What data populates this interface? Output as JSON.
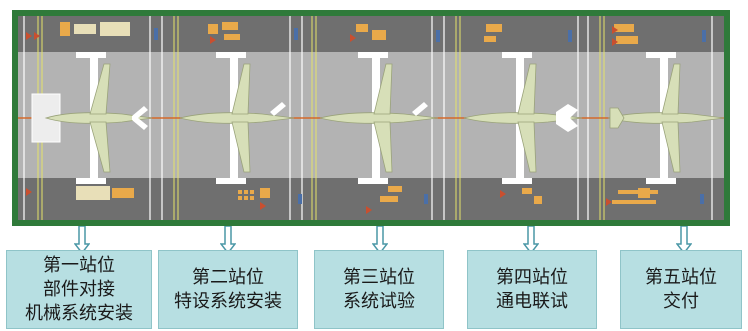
{
  "diagram": {
    "stations": [
      {
        "lines": [
          "第一站位",
          "部件对接",
          "机械系统安装"
        ]
      },
      {
        "lines": [
          "第二站位",
          "特设系统安装"
        ]
      },
      {
        "lines": [
          "第三站位",
          "系统试验"
        ]
      },
      {
        "lines": [
          "第四站位",
          "通电联试"
        ]
      },
      {
        "lines": [
          "第五站位",
          "交付"
        ]
      }
    ]
  },
  "colors": {
    "frame": "#2f7a3a",
    "floor": "#8f8f8f",
    "aisle": "#b3b3b3",
    "aircraft": "#d7dfb8",
    "label_box": "#b7dfe2",
    "arrow": "#4a97a6",
    "centerline": "#d56a2a"
  }
}
